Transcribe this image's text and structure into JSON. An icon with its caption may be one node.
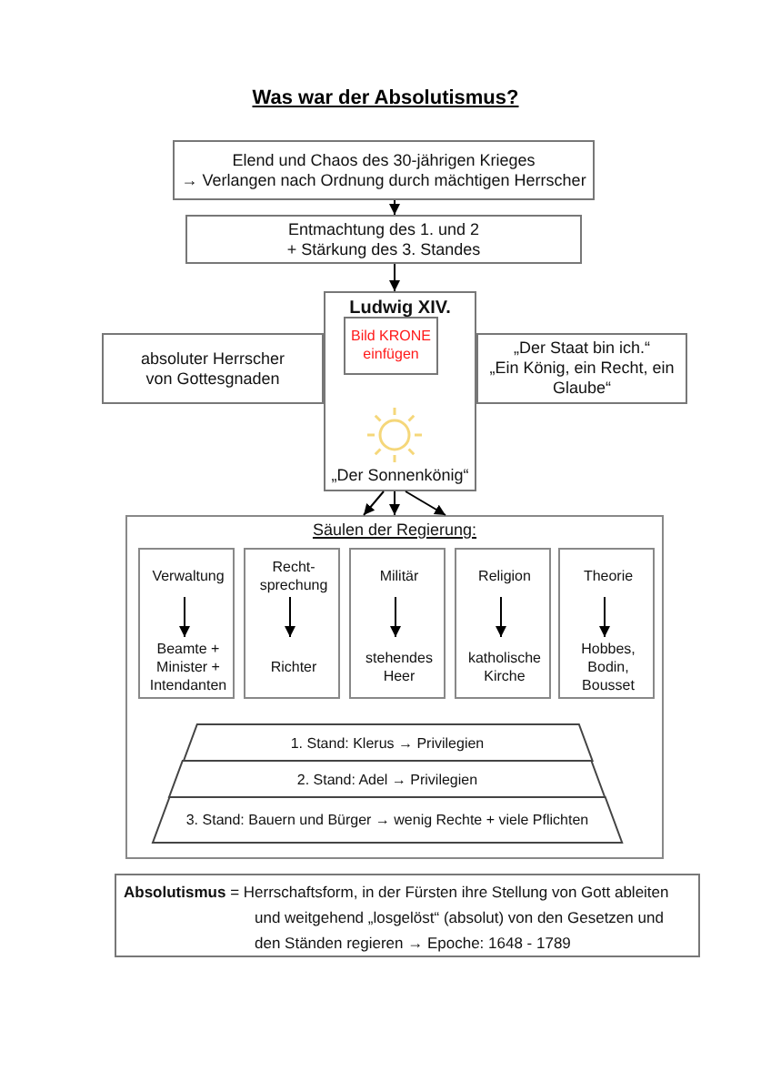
{
  "diagram": {
    "title": "Was war der Absolutismus?",
    "nodes": [
      {
        "text": [
          "Elend und Chaos des 30-jährigen Krieges",
          "→ Verlangen nach Ordnung durch mächtigen Herrscher"
        ]
      },
      {
        "text": [
          "Entmachtung des 1. und 2 + Stärkung des 3. Standes"
        ]
      },
      {
        "text": [
          "absoluter Herrscher von Gottesgnaden"
        ]
      },
      {
        "text": [
          "Ludwig XIV.",
          "„Der Sonnenkönig“"
        ]
      },
      {
        "text": [
          "Bild KRONE einfügen"
        ],
        "in": 3
      },
      {
        "text": [
          "„Der Staat bin ich.“",
          "„Ein König, ein Recht, ein Glaube“"
        ]
      },
      {
        "text": [
          "Säulen der Regierung:"
        ]
      },
      {
        "text": [],
        "shape": "box",
        "in": 6
      },
      {
        "text": [
          "Verwaltung"
        ],
        "in": 7
      },
      {
        "text": [
          "Beamte + Minister + Intendanten"
        ],
        "in": 7
      },
      {
        "text": [],
        "shape": "box",
        "in": 6
      },
      {
        "text": [
          "Recht- sprechung"
        ],
        "in": 10
      },
      {
        "text": [
          "Richter"
        ],
        "in": 10
      },
      {
        "text": [],
        "shape": "box",
        "in": 6
      },
      {
        "text": [
          "Militär"
        ],
        "in": 13
      },
      {
        "text": [
          "stehendes Heer"
        ],
        "in": 13
      },
      {
        "text": [],
        "shape": "box",
        "in": 6
      },
      {
        "text": [
          "Religion"
        ],
        "in": 16
      },
      {
        "text": [
          "katholische Kirche"
        ],
        "in": 16
      },
      {
        "text": [],
        "shape": "box",
        "in": 6
      },
      {
        "text": [
          "Theorie"
        ],
        "in": 19
      },
      {
        "text": [
          "Hobbes, Bodin, Bousset"
        ],
        "in": 19
      },
      {
        "text": [
          "1. Stand: Klerus → Privilegien"
        ],
        "in": 6
      },
      {
        "text": [
          "2. Stand: Adel → Privilegien"
        ],
        "in": 6
      },
      {
        "text": [
          "3. Stand: Bauern und Bürger → wenig Rechte + viele Pflichten"
        ],
        "in": 6
      },
      {
        "text": [
          "**Absolutismus** = Herrschaftsform, in der Fürsten ihre Stellung von Gott ableiten und weitgehend „losgelöst“ (absolut) von den Gesetzen und den Ständen regieren → Epoche: 1648 - 1789"
        ]
      }
    ],
    "edges": [
      {
        "from": 0,
        "to": 1,
        "arrow": "to"
      },
      {
        "from": 1,
        "to": 3,
        "arrow": "to"
      },
      {
        "from": 3,
        "to": 6,
        "arrow": "to"
      },
      {
        "from": 3,
        "to": 6,
        "arrow": "to"
      },
      {
        "from": 3,
        "to": 6,
        "arrow": "to"
      },
      {
        "from": 8,
        "to": 9,
        "arrow": "to"
      },
      {
        "from": 11,
        "to": 12,
        "arrow": "to"
      },
      {
        "from": 14,
        "to": 15,
        "arrow": "to"
      },
      {
        "from": 17,
        "to": 18,
        "arrow": "to"
      },
      {
        "from": 20,
        "to": 21,
        "arrow": "to"
      }
    ]
  }
}
